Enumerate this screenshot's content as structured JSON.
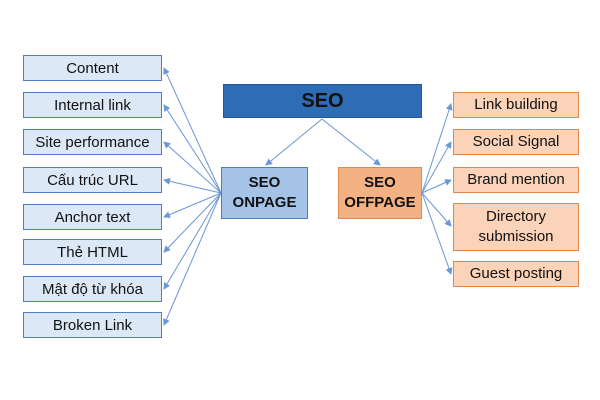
{
  "root": {
    "label": "SEO"
  },
  "onpage": {
    "line1": "SEO",
    "line2": "ONPAGE"
  },
  "offpage": {
    "line1": "SEO",
    "line2": "OFFPAGE"
  },
  "onpage_items": [
    "Content",
    "Internal link",
    "Site performance",
    "Cấu trúc URL",
    "Anchor text",
    "Thẻ HTML",
    "Mật độ từ khóa",
    "Broken Link"
  ],
  "offpage_items": [
    {
      "line1": "Link building"
    },
    {
      "line1": "Social Signal"
    },
    {
      "line1": "Brand mention"
    },
    {
      "line1": "Directory",
      "line2": "submission"
    },
    {
      "line1": "Guest posting"
    }
  ],
  "colors": {
    "root_fill": "#2e6db6",
    "onpage_fill": "#a4c3e6",
    "onpage_item_fill": "#dde8f6",
    "onpage_border": "#4a7fc1",
    "offpage_fill": "#f4b184",
    "offpage_item_fill": "#fbd3b9",
    "offpage_border": "#e0894b",
    "connector": "#6b97d4"
  }
}
